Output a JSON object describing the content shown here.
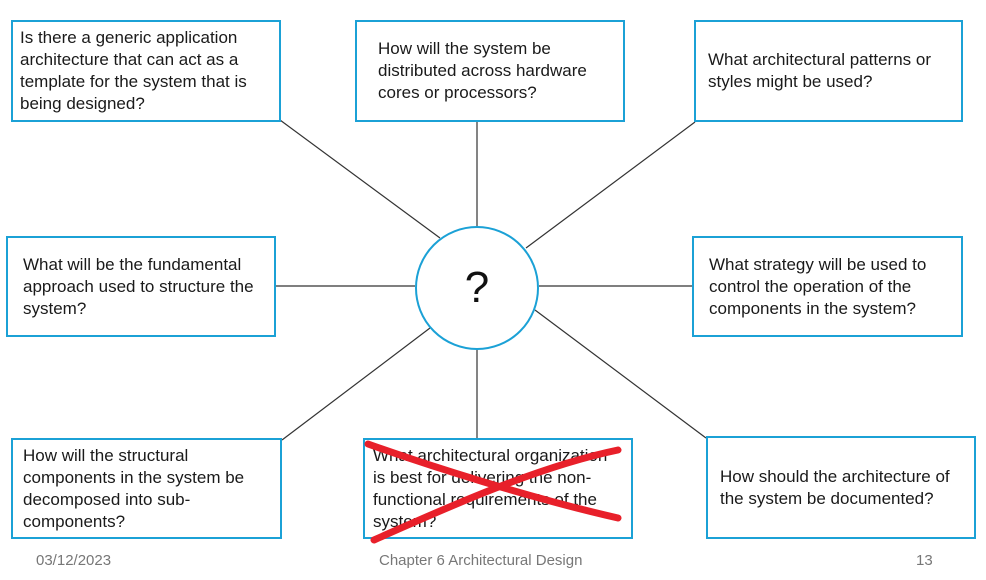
{
  "center": {
    "label": "?"
  },
  "questions": {
    "generic_architecture": "Is there a generic application architecture that can act as a template for the system that is being designed?",
    "distribution": "How will the system be distributed across hardware cores or processors?",
    "patterns": "What architectural patterns or styles might be used?",
    "fundamental_approach": "What will be the fundamental approach used to structure the system?",
    "control_strategy": "What strategy will be used to control the operation of the components in the system?",
    "decomposition": "How will the structural components in the system be decomposed into sub-components?",
    "organization": "What architectural organization is best for delivering the non-functional requirements of the system?",
    "documentation": "How should the architecture of the system be documented?"
  },
  "footer": {
    "date": "03/12/2023",
    "title": "Chapter 6 Architectural Design",
    "page": "13"
  },
  "colors": {
    "box_border": "#1ba1d6",
    "cross_out": "#e8202a",
    "connector": "#333333"
  }
}
